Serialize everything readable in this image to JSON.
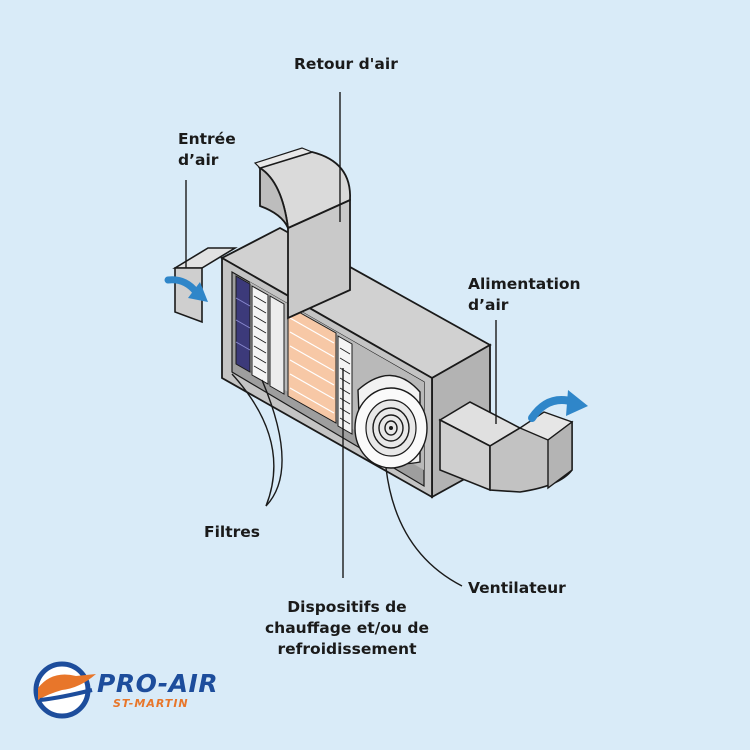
{
  "labels": {
    "return_air": "Retour d'air",
    "air_intake": [
      "Entrée",
      "d’air"
    ],
    "supply_air": [
      "Alimentation",
      "d’air"
    ],
    "filters": "Filtres",
    "fan": "Ventilateur",
    "devices": [
      "Dispositifs de",
      "chauffage et/ou de",
      "refroidissement"
    ]
  },
  "logo": {
    "name": "PRO-AIR",
    "subtitle": "ST-MARTIN"
  },
  "colors": {
    "background": "#d9ebf8",
    "casing": "#bdbdbd",
    "casing_dark": "#a3a3a3",
    "duct": "#cfcfcf",
    "filter": "#3c3a7a",
    "coil": "#f7c8a6",
    "arrow": "#2f86c9",
    "logo_blue": "#1d4d9c",
    "logo_orange": "#e8762a"
  }
}
